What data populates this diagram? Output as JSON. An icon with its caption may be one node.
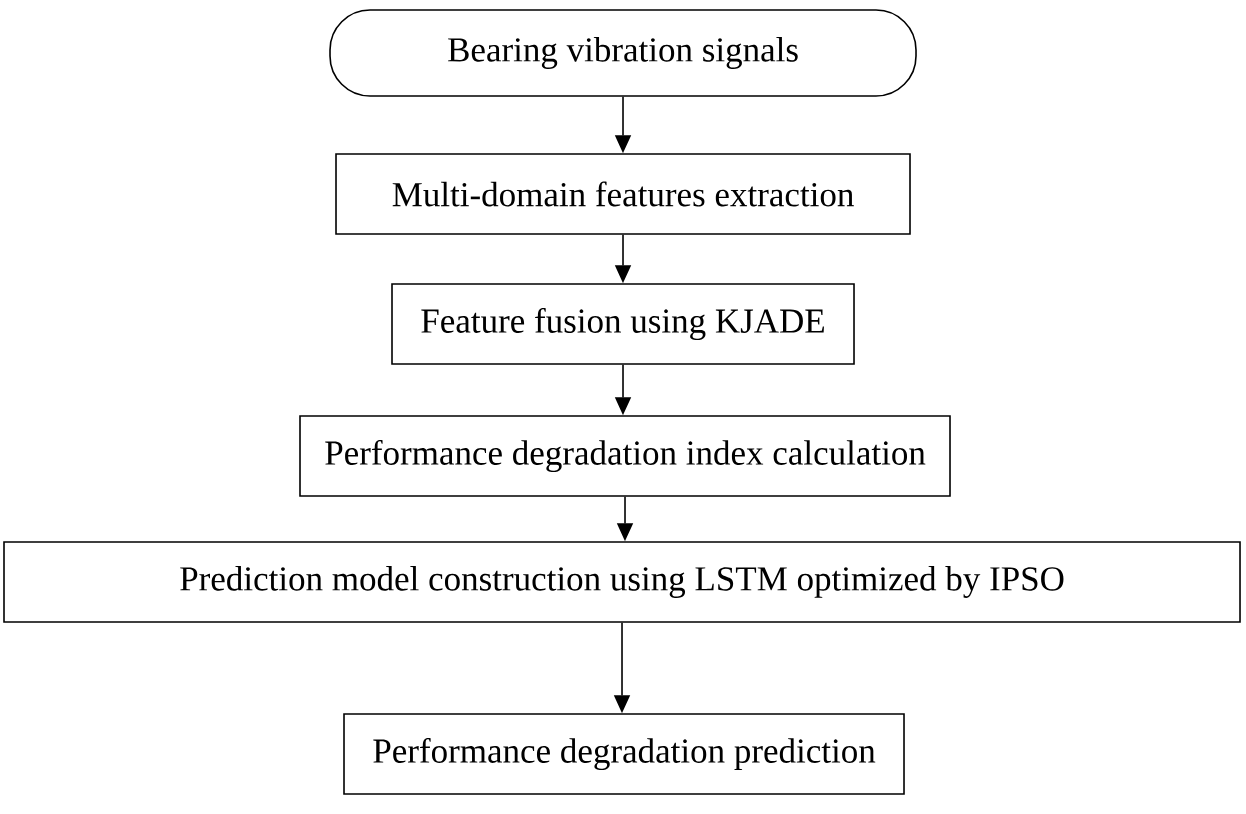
{
  "diagram": {
    "nodes": [
      {
        "text": [
          "Bearing vibration signals"
        ]
      },
      {
        "text": [
          "Multi-domain features extraction"
        ]
      },
      {
        "text": [
          "Feature fusion using KJADE"
        ]
      },
      {
        "text": [
          "Performance degradation index calculation"
        ]
      },
      {
        "text": [
          "Prediction model construction using LSTM optimized by IPSO"
        ]
      },
      {
        "text": [
          "Performance degradation prediction"
        ]
      }
    ],
    "edges": [
      {
        "from": 0,
        "to": 1,
        "arrow": "to"
      },
      {
        "from": 1,
        "to": 2,
        "arrow": "to"
      },
      {
        "from": 2,
        "to": 3,
        "arrow": "to"
      },
      {
        "from": 3,
        "to": 4,
        "arrow": "to"
      },
      {
        "from": 4,
        "to": 5,
        "arrow": "to"
      }
    ]
  }
}
